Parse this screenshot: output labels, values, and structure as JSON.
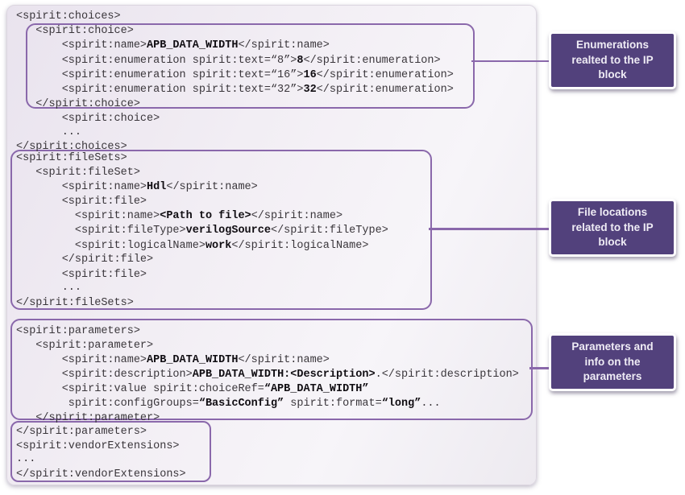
{
  "colors": {
    "accent_purple": "#8a68ab",
    "callout_bg": "#52417c",
    "panel_bg": "#f0ecf3",
    "code_text": "#3a363b"
  },
  "code": {
    "lines": [
      {
        "segs": [
          {
            "t": "<spirit:choices>"
          }
        ]
      },
      {
        "segs": [
          {
            "t": "   <spirit:choice>"
          }
        ]
      },
      {
        "segs": [
          {
            "t": "       <spirit:name>"
          },
          {
            "t": "APB_DATA_WIDTH",
            "b": 1
          },
          {
            "t": "</spirit:name>"
          }
        ]
      },
      {
        "segs": [
          {
            "t": "       <spirit:enumeration spirit:text=“8”>"
          },
          {
            "t": "8",
            "b": 1
          },
          {
            "t": "</spirit:enumeration>"
          }
        ]
      },
      {
        "segs": [
          {
            "t": "       <spirit:enumeration spirit:text=“16”>"
          },
          {
            "t": "16",
            "b": 1
          },
          {
            "t": "</spirit:enumeration>"
          }
        ]
      },
      {
        "segs": [
          {
            "t": "       <spirit:enumeration spirit:text=“32”>"
          },
          {
            "t": "32",
            "b": 1
          },
          {
            "t": "</spirit:enumeration>"
          }
        ]
      },
      {
        "segs": [
          {
            "t": "   </spirit:choice>"
          }
        ]
      },
      {
        "segs": [
          {
            "t": "       <spirit:choice>"
          }
        ]
      },
      {
        "segs": [
          {
            "t": "       ..."
          }
        ]
      },
      {
        "segs": [
          {
            "t": "</spirit:choices>"
          }
        ]
      },
      {
        "segs": [
          {
            "t": "<spirit:fileSets>"
          }
        ]
      },
      {
        "segs": [
          {
            "t": "   <spirit:fileSet>"
          }
        ]
      },
      {
        "segs": [
          {
            "t": "       <spirit:name>"
          },
          {
            "t": "Hdl",
            "b": 1
          },
          {
            "t": "</spirit:name>"
          }
        ]
      },
      {
        "segs": [
          {
            "t": "       <spirit:file>"
          }
        ]
      },
      {
        "segs": [
          {
            "t": "         <spirit:name>"
          },
          {
            "t": "<Path to file>",
            "b": 1
          },
          {
            "t": "</spirit:name>"
          }
        ]
      },
      {
        "segs": [
          {
            "t": "         <spirit:fileType>"
          },
          {
            "t": "verilogSource",
            "b": 1
          },
          {
            "t": "</spirit:fileType>"
          }
        ]
      },
      {
        "segs": [
          {
            "t": "         <spirit:logicalName>"
          },
          {
            "t": "work",
            "b": 1
          },
          {
            "t": "</spirit:logicalName>"
          }
        ]
      },
      {
        "segs": [
          {
            "t": "       </spirit:file>"
          }
        ]
      },
      {
        "segs": [
          {
            "t": "       <spirit:file>"
          }
        ]
      },
      {
        "segs": [
          {
            "t": "       ..."
          }
        ]
      },
      {
        "segs": [
          {
            "t": "</spirit:fileSets>"
          }
        ]
      },
      {
        "segs": [
          {
            "t": "<spirit:parameters>"
          }
        ]
      },
      {
        "segs": [
          {
            "t": "   <spirit:parameter>"
          }
        ]
      },
      {
        "segs": [
          {
            "t": "       <spirit:name>"
          },
          {
            "t": "APB_DATA_WIDTH",
            "b": 1
          },
          {
            "t": "</spirit:name>"
          }
        ]
      },
      {
        "segs": [
          {
            "t": "       <spirit:description>"
          },
          {
            "t": "APB_DATA_WIDTH:<Description>",
            "b": 1
          },
          {
            "t": ".</spirit:description>"
          }
        ]
      },
      {
        "segs": [
          {
            "t": "       <spirit:value spirit:choiceRef="
          },
          {
            "t": "“APB_DATA_WIDTH”",
            "b": 1
          }
        ]
      },
      {
        "segs": [
          {
            "t": "        spirit:configGroups="
          },
          {
            "t": "“BasicConfig”",
            "b": 1
          },
          {
            "t": " spirit:format="
          },
          {
            "t": "“long”",
            "b": 1
          },
          {
            "t": "..."
          }
        ]
      },
      {
        "segs": [
          {
            "t": "   </spirit:parameter>"
          }
        ]
      },
      {
        "segs": [
          {
            "t": "</spirit:parameters>"
          }
        ]
      },
      {
        "segs": [
          {
            "t": "<spirit:vendorExtensions>"
          }
        ]
      },
      {
        "segs": [
          {
            "t": "..."
          }
        ]
      },
      {
        "segs": [
          {
            "t": "</spirit:vendorExtensions>"
          }
        ]
      }
    ]
  },
  "callouts": [
    {
      "text": "Enumerations realted to the IP block",
      "lines": [
        "Enumerations",
        "realted to the IP",
        "block"
      ]
    },
    {
      "text": "File locations related to the IP block",
      "lines": [
        "File locations",
        "related to the IP",
        "block"
      ]
    },
    {
      "text": "Parameters and info on the parameters",
      "lines": [
        "Parameters and",
        "info on the",
        "parameters"
      ]
    }
  ]
}
